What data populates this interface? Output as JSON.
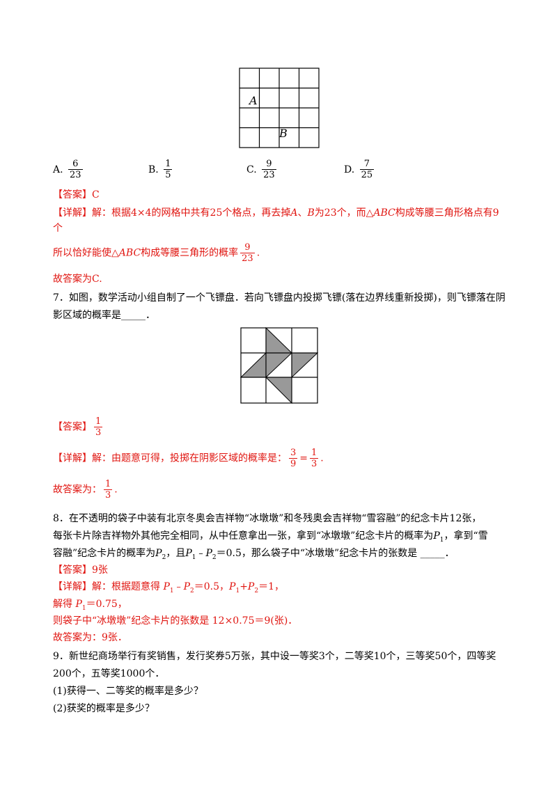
{
  "figure1": {
    "rows": 4,
    "cols": 4,
    "label_a": "A",
    "label_b": "B"
  },
  "options": [
    {
      "letter": "A.",
      "num": "6",
      "den": "23"
    },
    {
      "letter": "B.",
      "num": "1",
      "den": "5"
    },
    {
      "letter": "C.",
      "num": "9",
      "den": "23"
    },
    {
      "letter": "D.",
      "num": "7",
      "den": "25"
    }
  ],
  "q6": {
    "answer_tag": "【答案】",
    "answer": "C",
    "detail_tag": "【详解】",
    "detail_1a": "解：根据4×4的网格中共有25个格点，再去掉",
    "detail_1b": "A",
    "detail_1c": "、",
    "detail_1d": "B",
    "detail_1e": "为23个，而△",
    "detail_1f": "ABC",
    "detail_1g": "构成等腰三角形格点有9",
    "detail_1h": "个",
    "detail_2a": "所以恰好能使△",
    "detail_2b": "ABC",
    "detail_2c": "构成等腰三角形的概率",
    "detail_2_num": "9",
    "detail_2_den": "23",
    "detail_2d": ".",
    "conclusion": "故答案为C."
  },
  "q7": {
    "line1": "7．如图，数学活动小组自制了一个飞镖盘．若向飞镖盘内投掷飞镖(落在边界线重新投掷)，则飞镖落在阴",
    "line2": "影区域的概率是_____．",
    "answer_tag": "【答案】",
    "answer_num": "1",
    "answer_den": "3",
    "detail_tag": "【详解】",
    "detail_text": "解：由题意可得，投掷在阴影区域的概率是：",
    "eq_num1": "3",
    "eq_den1": "9",
    "eq_sign": "=",
    "eq_num2": "1",
    "eq_den2": "3",
    "eq_end": ".",
    "conclusion_text": "故答案为：",
    "conclusion_num": "1",
    "conclusion_den": "3",
    "conclusion_end": "."
  },
  "q8": {
    "line1": "8．在不透明的袋子中装有北京冬奥会吉祥物“冰墩墩”和冬残奥会吉祥物“雪容融”的纪念卡片12张，",
    "line2a": "每张卡片除吉祥物外其他完全相同，从中任意拿出一张，拿到“冰墩墩”纪念卡片的概率为",
    "line2_var": "P",
    "line2_sub": "1",
    "line2b": "，拿到“雪",
    "line3a": "容融”纪念卡片的概率为",
    "line3_var1": "P",
    "line3_sub1": "2",
    "line3b": "，且",
    "line3_var2": "P",
    "line3_sub2": "1",
    "line3c": "﹣",
    "line3_var3": "P",
    "line3_sub3": "2",
    "line3d": "＝0.5，那么袋子中“冰墩墩”纪念卡片的张数是 _____．",
    "answer_tag": "【答案】",
    "answer": "9张",
    "detail_tag": "【详解】",
    "detail_1a": "解：根据题意得 ",
    "detail_1_var1": "P",
    "detail_1_sub1": "1",
    "detail_1b": "﹣",
    "detail_1_var2": "P",
    "detail_1_sub2": "2",
    "detail_1c": "＝0.5，",
    "detail_1_var3": "P",
    "detail_1_sub3": "1",
    "detail_1d": "+",
    "detail_1_var4": "P",
    "detail_1_sub4": "2",
    "detail_1e": "＝1，",
    "detail_2a": "解得 ",
    "detail_2_var": "P",
    "detail_2_sub": "1",
    "detail_2b": "＝0.75，",
    "detail_3": "则袋子中“冰墩墩”纪念卡片的张数是 12×0.75＝9(张)．",
    "conclusion": "故答案为：9张．"
  },
  "q9": {
    "line1": "9．新世纪商场举行有奖销售，发行奖券5万张，其中设一等奖3个，二等奖10个，三等奖50个，四等奖",
    "line2": "200个，五等奖1000个．",
    "sub1": "(1)获得一、二等奖的概率是多少？",
    "sub2": "(2)获奖的概率是多少？"
  },
  "colors": {
    "answer_red": "#e0140f",
    "shade_gray": "#999999"
  }
}
